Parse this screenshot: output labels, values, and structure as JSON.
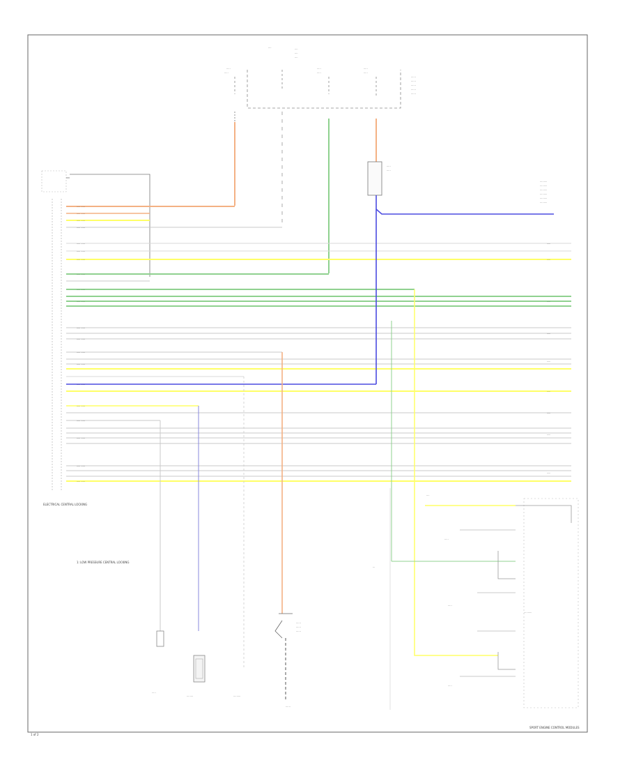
{
  "diagram": {
    "page_caption": "1 of 2",
    "caption_right": "SPORT ENGINE CONTROL MODULES",
    "note_left": "1: LOW PRESSURE CENTRAL LOCKING",
    "left_module_label": "ELECTRICAL CENTRAL LOCKING",
    "colors": {
      "orange": "#f4b183",
      "yellow": "#ffff66",
      "green": "#8fd18f",
      "blue": "#4a4ae0",
      "gray": "#c8c8c8",
      "frame": "#666666"
    }
  }
}
